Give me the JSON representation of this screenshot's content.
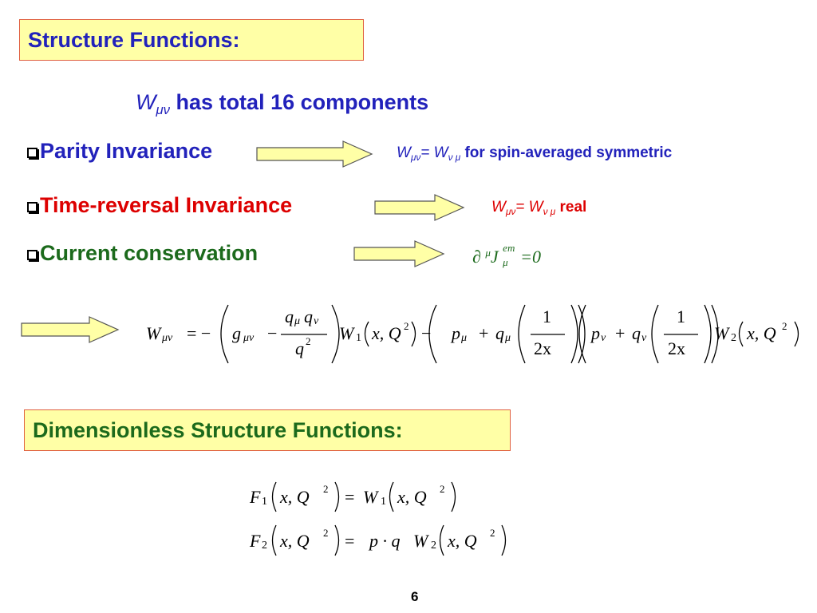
{
  "title": "Structure Functions:",
  "headline": {
    "symbol": "W",
    "symbol_sub": "μν",
    "text": "has total 16 components"
  },
  "bullets": [
    {
      "label": "Parity Invariance",
      "note_w1": "W",
      "note_sub1": "μν",
      "note_mid": "= W",
      "note_sub2": "ν μ",
      "note_tail": " for spin-averaged symmetric"
    },
    {
      "label": "Time-reversal Invariance",
      "note_w1": "W",
      "note_sub1": "μν",
      "note_mid": "= W",
      "note_sub2": "ν μ",
      "note_tail": " real"
    },
    {
      "label": "Current conservation",
      "partial": "∂",
      "mu": "μ",
      "J": "J",
      "em": "em",
      "mu2": "μ",
      "eq": "=0"
    }
  ],
  "equation_main": {
    "W": "W",
    "W_sub": "μν",
    "eq": "= −",
    "g": "g",
    "g_sub": "μν",
    "minus1": "−",
    "q1": "q",
    "q1_sub": "μ",
    "q2": "q",
    "q2_sub": "ν",
    "qsq": "q",
    "two": "2",
    "W1": "W",
    "sub1": "1",
    "args": "x, Q",
    "minus2": "−",
    "p": "p",
    "p_sub_mu": "μ",
    "plus": "+",
    "q": "q",
    "q_sub_mu": "μ",
    "one": "1",
    "twox": "2x",
    "p_sub_nu": "ν",
    "q_sub_nu": "ν",
    "W2": "W",
    "sub2": "2"
  },
  "dimensionless_title": "Dimensionless Structure Functions:",
  "equation_F": {
    "F": "F",
    "sub1": "1",
    "sub2": "2",
    "args": "x, Q",
    "two": "2",
    "eq": "=",
    "W": "W",
    "pq": "p · q"
  },
  "page_number": "6",
  "colors": {
    "title_blue": "#2222bb",
    "red": "#dd0000",
    "green": "#1c6a1c",
    "box_fill": "#ffffa6",
    "box_border": "#e06040",
    "arrow_fill": "#ffffa6"
  }
}
